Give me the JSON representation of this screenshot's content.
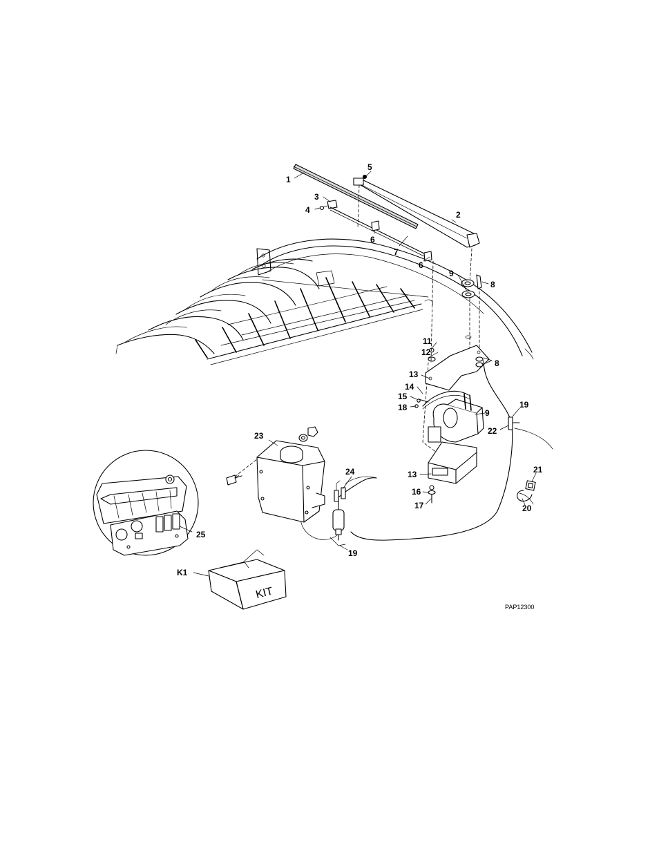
{
  "diagram": {
    "drawing_code": "PAP12300",
    "kit_box_text": "KIT",
    "callouts": {
      "c1": "1",
      "c2": "2",
      "c3": "3",
      "c4": "4",
      "c5": "5",
      "c6a": "6",
      "c6b": "6",
      "c7": "7",
      "c8a": "8",
      "c8b": "8",
      "c9a": "9",
      "c9b": "9",
      "c11": "11",
      "c12": "12",
      "c13a": "13",
      "c13b": "13",
      "c14": "14",
      "c15": "15",
      "c16": "16",
      "c17": "17",
      "c18": "18",
      "c19a": "19",
      "c19b": "19",
      "c20": "20",
      "c21": "21",
      "c22": "22",
      "c23": "23",
      "c24": "24",
      "c25": "25",
      "ck1": "K1"
    }
  }
}
